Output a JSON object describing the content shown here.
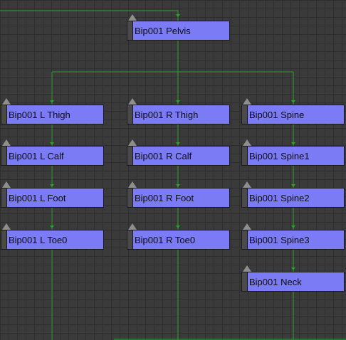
{
  "colors": {
    "wire": "#2aa32a",
    "node_fill": "#7b7bf6",
    "background": "#3a3a3a"
  },
  "nodes": {
    "pelvis": "Bip001 Pelvis",
    "l_thigh": "Bip001 L Thigh",
    "r_thigh": "Bip001 R Thigh",
    "spine": "Bip001 Spine",
    "l_calf": "Bip001 L Calf",
    "r_calf": "Bip001 R Calf",
    "spine1": "Bip001 Spine1",
    "l_foot": "Bip001 L Foot",
    "r_foot": "Bip001 R Foot",
    "spine2": "Bip001 Spine2",
    "l_toe0": "Bip001 L Toe0",
    "r_toe0": "Bip001 R Toe0",
    "spine3": "Bip001 Spine3",
    "neck": "Bip001 Neck"
  }
}
